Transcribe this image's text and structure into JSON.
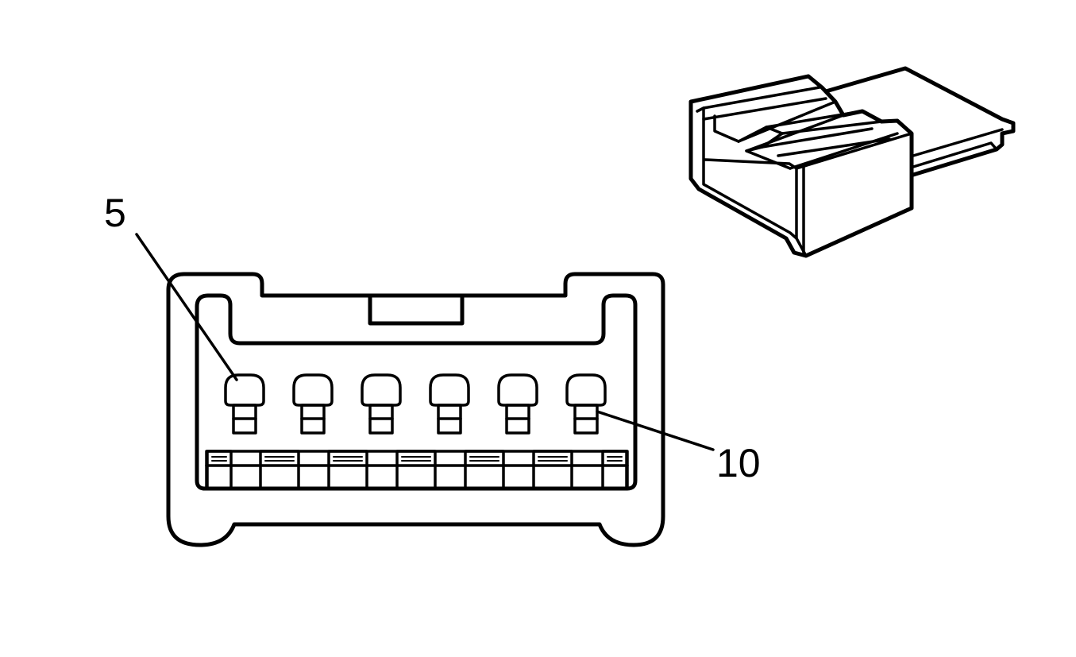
{
  "callouts": {
    "pin_first": "5",
    "pin_last": "10"
  },
  "connector": {
    "cavity_count": 6,
    "latch_slot_count": 7
  },
  "colors": {
    "ink": "#000000",
    "background": "#ffffff"
  }
}
